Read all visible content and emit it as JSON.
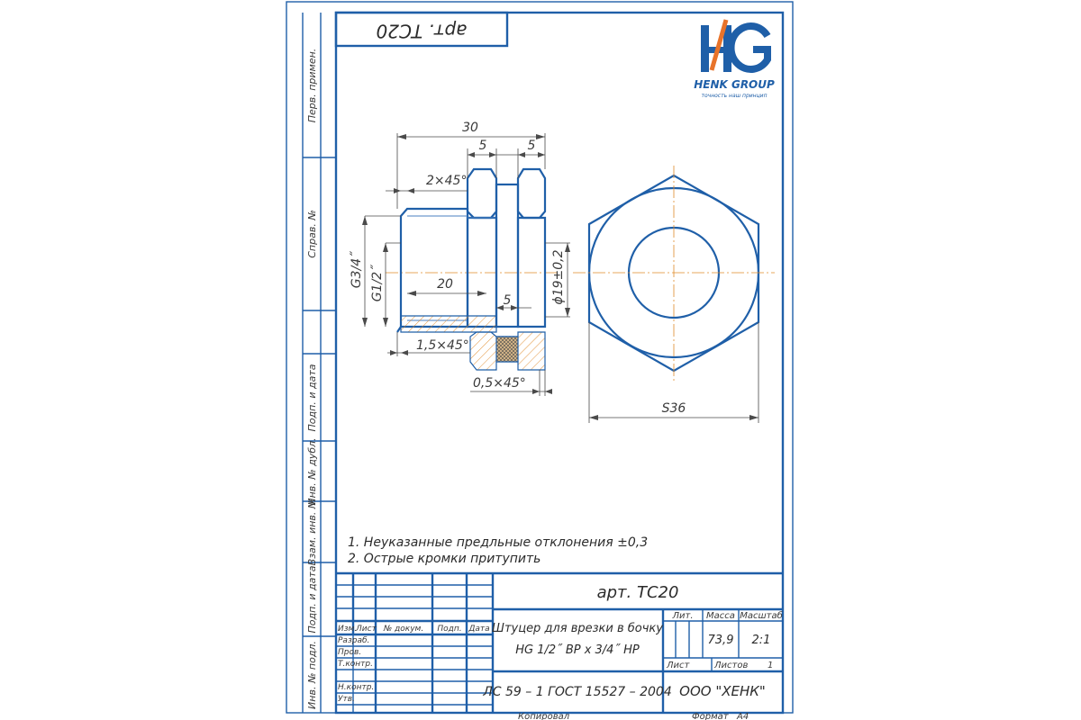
{
  "sheet": {
    "top_stamp": "арт. ТС20",
    "side_labels": {
      "perv_primen": "Перв. примен.",
      "sprav_no": "Справ. №",
      "podp_data_1": "Подп. и дата",
      "inv_dubl": "Инв. № дубл.",
      "vzam_inv": "Взам. инв. №",
      "podp_data_2": "Подп. и дата",
      "inv_podl": "Инв. № подл."
    }
  },
  "logo": {
    "mark": "HG",
    "name": "HENK GROUP",
    "tagline": "точность наш принцип",
    "colors": {
      "blue": "#1f5fa8",
      "orange": "#e8732a"
    }
  },
  "drawing": {
    "dims": {
      "length_total": "30",
      "hex1": "5",
      "hex2": "5",
      "chamfer_top": "2×45°",
      "thread_outer": "G3/4˝",
      "thread_inner": "G1/2˝",
      "thread_length": "20",
      "groove": "5",
      "diameter": "ϕ19±0,2",
      "chamfer_bottom": "1,5×45°",
      "chamfer_small": "0,5×45°",
      "hex_size": "S36"
    }
  },
  "notes": [
    "1. Неуказанные предльные отклонения ±0,3",
    "2. Острые кромки притупить"
  ],
  "title_block": {
    "designation": "арт. ТС20",
    "name_line1": "Штуцер для врезки в бочку",
    "name_line2": "HG 1/2˝ ВР х 3/4˝ НР",
    "material": "ЛС 59 – 1 ГОСТ 15527 – 2004",
    "company": "ООО \"ХЕНК\"",
    "col_headers": [
      "Изм.",
      "Лист",
      "№ докум.",
      "Подп.",
      "Дата"
    ],
    "roles": [
      "Разраб.",
      "Пров.",
      "Т.контр.",
      "",
      "Н.контр.",
      "Утв."
    ],
    "lit_label": "Лит.",
    "mass_label": "Масса",
    "scale_label": "Масштаб",
    "mass": "73,9",
    "scale": "2:1",
    "sheet_label": "Лист",
    "sheets_label": "Листов",
    "sheets": "1",
    "copied": "Копировал",
    "format_label": "Формат",
    "format": "А4"
  },
  "colors": {
    "frame": "#1f5fa8",
    "centerline": "#e08a2a",
    "dimension": "#4a4a4a"
  }
}
